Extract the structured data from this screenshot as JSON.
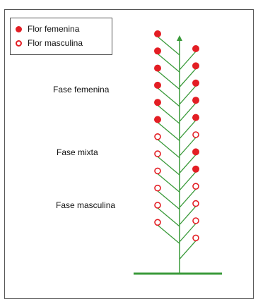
{
  "legend": {
    "female_label": "Flor femenina",
    "male_label": "Flor masculina"
  },
  "phases": {
    "female": "Fase femenina",
    "mixed": "Fase mixta",
    "male": "Fase masculina"
  },
  "colors": {
    "flower_red": "#e31e24",
    "stem_green": "#3a9a3a",
    "frame_border": "#555555"
  },
  "inflorescence": {
    "left_flowers": [
      "female",
      "female",
      "female",
      "female",
      "female",
      "female",
      "male",
      "male",
      "male",
      "male",
      "male",
      "male"
    ],
    "right_flowers": [
      "female",
      "female",
      "female",
      "female",
      "female",
      "male",
      "female",
      "female",
      "male",
      "male",
      "male",
      "male"
    ]
  }
}
